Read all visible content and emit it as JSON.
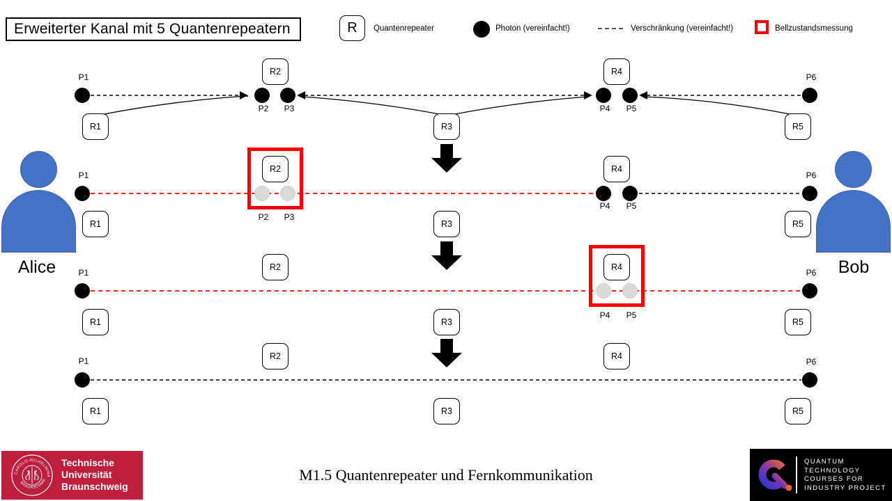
{
  "slide": {
    "title": "Erweiterter Kanal mit 5 Quantenrepeatern",
    "module_footer": "M1.5 Quantenrepeater und Fernkommunikation"
  },
  "legend": {
    "repeater_symbol": "R",
    "repeater_label": "Quantenrepeater",
    "photon_label": "Photon (vereinfacht!)",
    "entanglement_label": "Verschränkung (vereinfacht!)",
    "bell_label": "Bellzustandsmessung"
  },
  "actors": {
    "left": "Alice",
    "right": "Bob"
  },
  "labels": {
    "P1": "P1",
    "P2": "P2",
    "P3": "P3",
    "P4": "P4",
    "P5": "P5",
    "P6": "P6",
    "R1": "R1",
    "R2": "R2",
    "R3": "R3",
    "R4": "R4",
    "R5": "R5"
  },
  "logos": {
    "tu": {
      "line1": "Technische",
      "line2": "Universität",
      "line3": "Braunschweig",
      "crest_top": "CAROLO-WILHELMINA",
      "crest_bottom": "BRAUNSCHWEIG"
    },
    "qtip": {
      "line1": "QUANTUM",
      "line2": "TECHNOLOGY",
      "line3": "COURSES FOR",
      "line4": "INDUSTRY PROJECT"
    }
  },
  "colors": {
    "measurement_red": "#FF0000",
    "entangled_line_red": "#FF0000",
    "photon_black": "#000000",
    "measured_photon_gray": "#D9D9D9",
    "person_blue": "#4472C4",
    "tu_red": "#BE1E3C",
    "qtip_background": "#000000"
  }
}
